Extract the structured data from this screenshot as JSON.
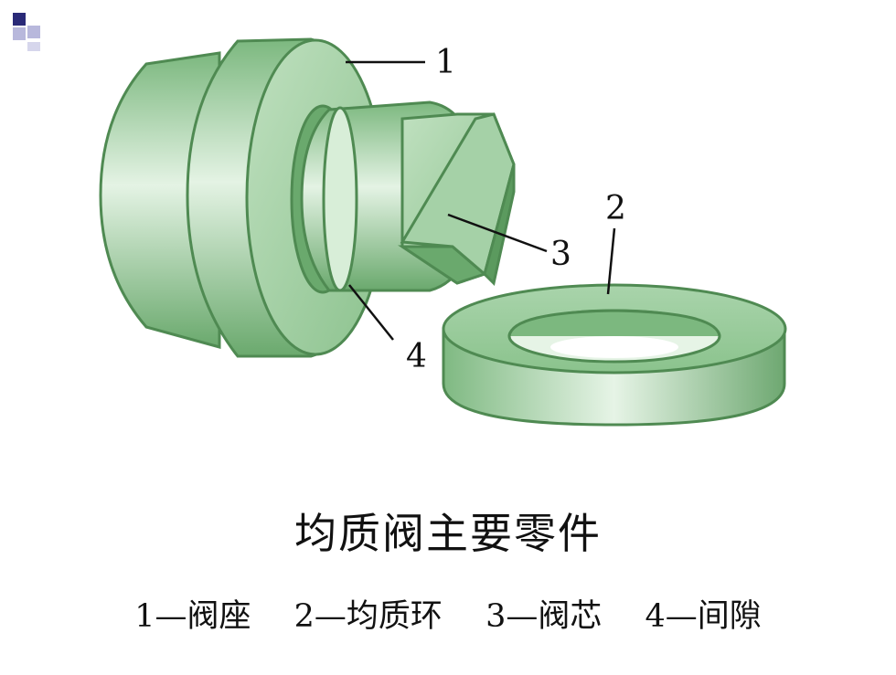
{
  "callouts": {
    "c1": "1",
    "c2": "2",
    "c3": "3",
    "c4": "4"
  },
  "caption": {
    "title": "均质阀主要零件",
    "legend": [
      "1—阀座",
      "2—均质环",
      "3—阀芯",
      "4—间隙"
    ]
  },
  "colors": {
    "part_fill": "#8ec591",
    "part_light": "#c8e6c8",
    "part_dark": "#5b9a5e",
    "edge": "#4f8a52",
    "corner_mark_dark": "#2a2a78",
    "corner_mark_light": "#b8b8dc"
  }
}
